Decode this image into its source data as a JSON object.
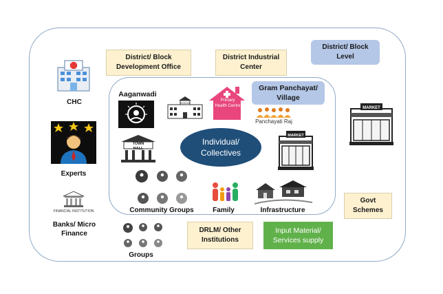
{
  "outer": {
    "district_block_office": "District/ Block\nDevelopment Office",
    "district_industrial_center": "District Industrial\nCenter",
    "district_block_level": "District/ Block\nLevel",
    "chc": "CHC",
    "experts": "Experts",
    "financial_institution_caption": "FINANCIAL INSTITUTION",
    "banks_micro_finance": "Banks/ Micro\nFinance",
    "groups": "Groups",
    "drlm_other_institutions": "DRLM/ Other\nInstitutions",
    "input_material_services": "Input Material/\nServices supply",
    "govt_schemes": "Govt\nSchemes",
    "market_label": "MARKET"
  },
  "inner": {
    "gram_panchayat_village": "Gram Panchayat/\nVillage",
    "aaganwadi": "Aaganwadi",
    "school_sign": "SCHOOL",
    "primary_health_centre": "Primary\nHealth Centre",
    "panchayati_raj": "Panchayati Raj",
    "town_hall": "TOWN\nHALL",
    "individual_collectives": "Individual/\nCollectives",
    "market_label": "MARKET",
    "community_groups": "Community Groups",
    "family": "Family",
    "infrastructure": "Infrastructure"
  },
  "colors": {
    "frame": "#8fa9c6",
    "cream": "#fdf1d0",
    "blue_box": "#b4c7e7",
    "green_box": "#61b14b",
    "ellipse": "#1f4e79",
    "phc_pink": "#e8467c"
  }
}
